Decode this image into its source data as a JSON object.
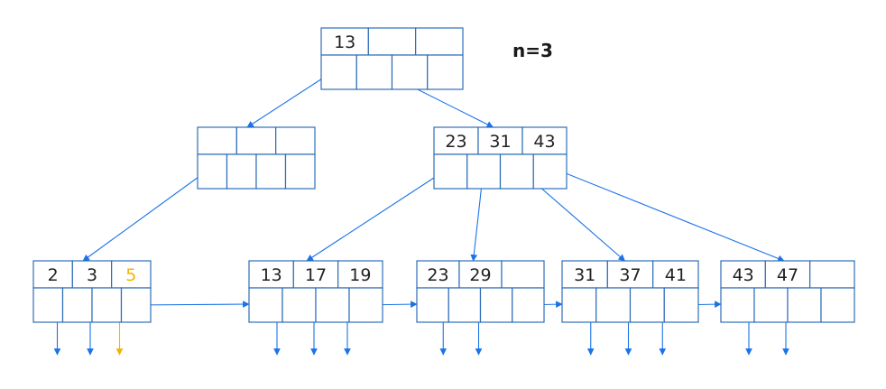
{
  "title": "n=3",
  "colors": {
    "cell_border": "#2f6db8",
    "edge": "#1a73e8",
    "highlight": "#f5b400",
    "text": "#222222"
  },
  "nodes": [
    {
      "id": "root",
      "level": "root",
      "keys": [
        "13",
        "",
        ""
      ]
    },
    {
      "id": "internal-left",
      "level": "internal",
      "keys": [
        "",
        "",
        ""
      ]
    },
    {
      "id": "internal-right",
      "level": "internal",
      "keys": [
        "23",
        "31",
        "43"
      ]
    },
    {
      "id": "leaf-1",
      "level": "leaf",
      "keys": [
        "2",
        "3",
        "5"
      ],
      "highlight_key": 2
    },
    {
      "id": "leaf-2",
      "level": "leaf",
      "keys": [
        "13",
        "17",
        "19"
      ]
    },
    {
      "id": "leaf-3",
      "level": "leaf",
      "keys": [
        "23",
        "29",
        ""
      ]
    },
    {
      "id": "leaf-4",
      "level": "leaf",
      "keys": [
        "31",
        "37",
        "41"
      ]
    },
    {
      "id": "leaf-5",
      "level": "leaf",
      "keys": [
        "43",
        "47",
        ""
      ]
    }
  ]
}
